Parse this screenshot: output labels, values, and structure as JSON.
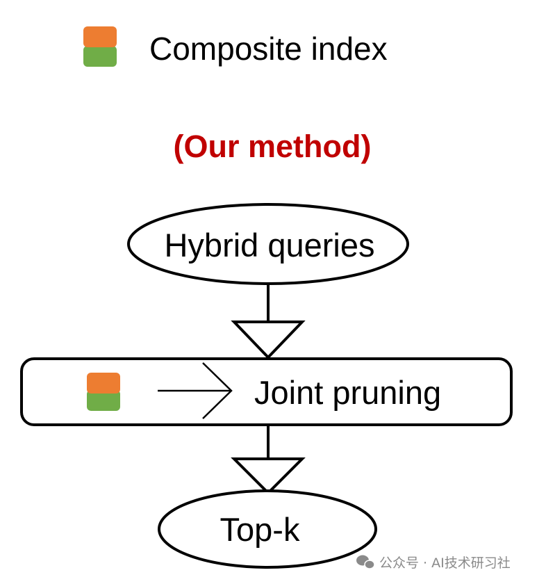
{
  "legend": {
    "label": "Composite index",
    "icon": "composite-index-icon"
  },
  "subtitle": "(Our method)",
  "nodes": {
    "start": "Hybrid queries",
    "process": "Joint pruning",
    "end": "Top-k"
  },
  "watermark": "公众号 · AI技术研习社",
  "colors": {
    "index_top": "#ed7d31",
    "index_bottom": "#70ad47",
    "subtitle": "#c00000",
    "stroke": "#000000",
    "watermark": "#8a8a8a"
  }
}
